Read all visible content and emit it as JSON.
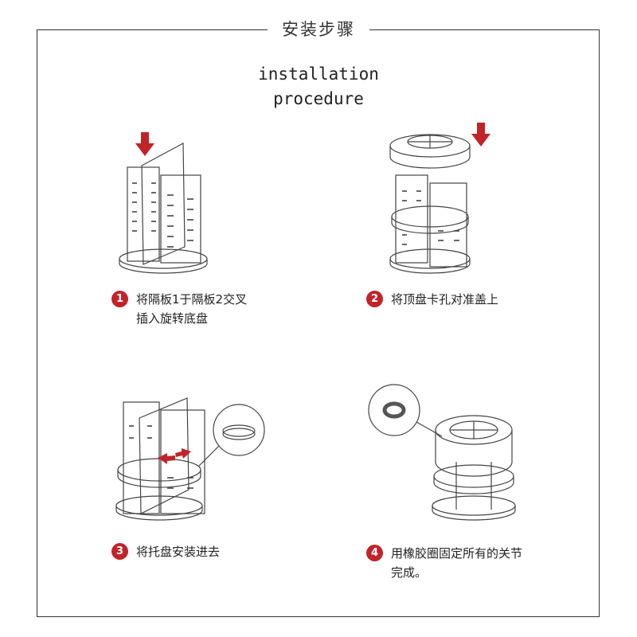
{
  "header": {
    "title": "安装步骤",
    "subtitle": "installation\nprocedure"
  },
  "colors": {
    "accent": "#c0242a",
    "line": "#333333"
  },
  "steps": [
    {
      "number": "1",
      "text": "将隔板1于隔板2交叉\n插入旋转底盘"
    },
    {
      "number": "2",
      "text": "将顶盘卡孔对准盖上"
    },
    {
      "number": "3",
      "text": "将托盘安装进去"
    },
    {
      "number": "4",
      "text": "用橡胶圈固定所有的关节\n完成。"
    }
  ]
}
